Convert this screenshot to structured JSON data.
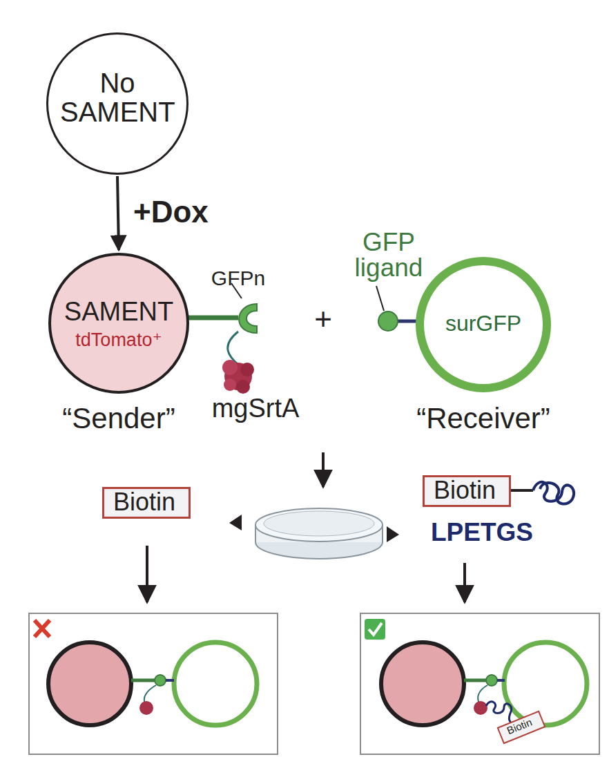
{
  "diagram": {
    "nodes": [
      {
        "text": [
          "No SAMENT"
        ]
      },
      {
        "text": [
          "SAMENT",
          "tdTomato⁺",
          "“Sender”"
        ]
      },
      {
        "text": [
          "surGFP",
          "“Receiver”"
        ]
      },
      {
        "text": [
          "Biotin"
        ]
      },
      {
        "text": [
          "Biotin"
        ]
      },
      {
        "text": [
          "Biotin"
        ]
      }
    ],
    "edges": [
      {
        "from": 0,
        "to": 1,
        "label": "+Dox",
        "arrow": "to"
      }
    ],
    "labels": [
      "GFPn",
      "mgSrtA",
      "GFP ligand",
      "+",
      "LPETGS"
    ]
  }
}
